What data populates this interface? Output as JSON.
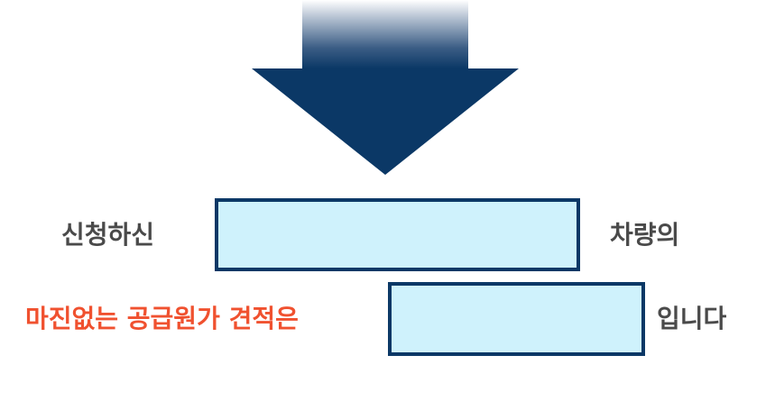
{
  "colors": {
    "arrow": "#0b3866",
    "box_fill": "#cff2fc",
    "box_border": "#0b3866",
    "text": "#4a4a4a",
    "accent": "#f0512f"
  },
  "icons": {
    "arrow": "down-arrow-icon"
  },
  "row1": {
    "prefix": "신청하신",
    "field_value": "",
    "suffix": "차량의"
  },
  "row2": {
    "prefix": "마진없는 공급원가 견적은",
    "field_value": "",
    "suffix": "입니다"
  }
}
